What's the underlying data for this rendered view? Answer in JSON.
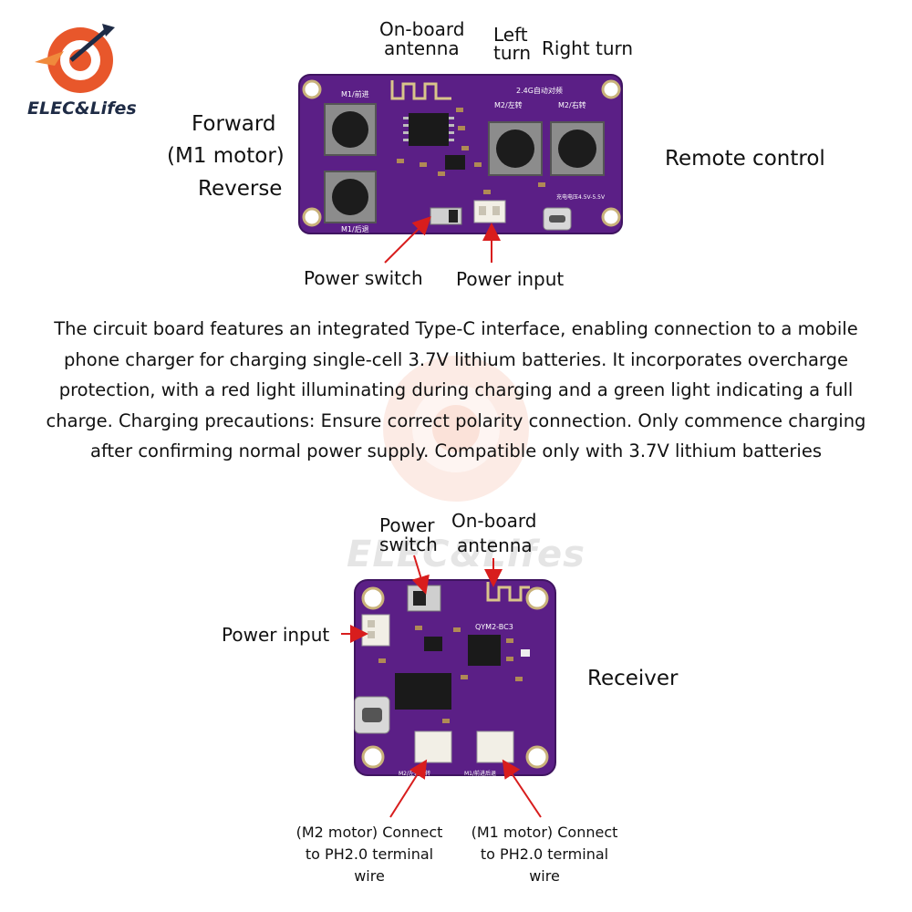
{
  "brand": {
    "name": "ELEC&Lifes"
  },
  "remote": {
    "title": "Remote control",
    "labels": {
      "antenna": [
        "On-board",
        "antenna"
      ],
      "left_turn": [
        "Left",
        "turn"
      ],
      "right_turn": "Right turn",
      "forward": [
        "Forward",
        "(M1 motor)"
      ],
      "reverse": "Reverse",
      "power_switch": "Power switch",
      "power_input": "Power input"
    },
    "silkscreen": {
      "m1_forward": "M1/前进",
      "m1_reverse": "M1/后退",
      "m2_left": "M2/左转",
      "m2_right": "M2/右转",
      "pairing": "2.4G自动对频",
      "voltage": "充电电压4.5V-5.5V"
    }
  },
  "description": "The circuit board features an integrated Type-C interface, enabling connection to a mobile phone charger for charging single-cell 3.7V lithium batteries. It incorporates overcharge protection, with a red light illuminating during charging and a green light indicating a full charge. Charging precautions: Ensure correct polarity connection. Only commence charging after confirming normal power supply. Compatible only with 3.7V lithium batteries",
  "receiver": {
    "title": "Receiver",
    "labels": {
      "power_switch": [
        "Power",
        "switch"
      ],
      "antenna": [
        "On-board",
        "antenna"
      ],
      "power_input": "Power input",
      "m2": [
        "(M2 motor) Connect",
        "to PH2.0 terminal",
        "wire"
      ],
      "m1": [
        "(M1 motor) Connect",
        "to PH2.0 terminal",
        "wire"
      ]
    },
    "silkscreen": {
      "model": "QYM2-BC3",
      "m2": "M2/左转右转",
      "m1": "M1/前进后退"
    }
  },
  "colors": {
    "pcb": "#5b1f86",
    "arrow": "#d81d1d",
    "logo": "#e8572b"
  }
}
